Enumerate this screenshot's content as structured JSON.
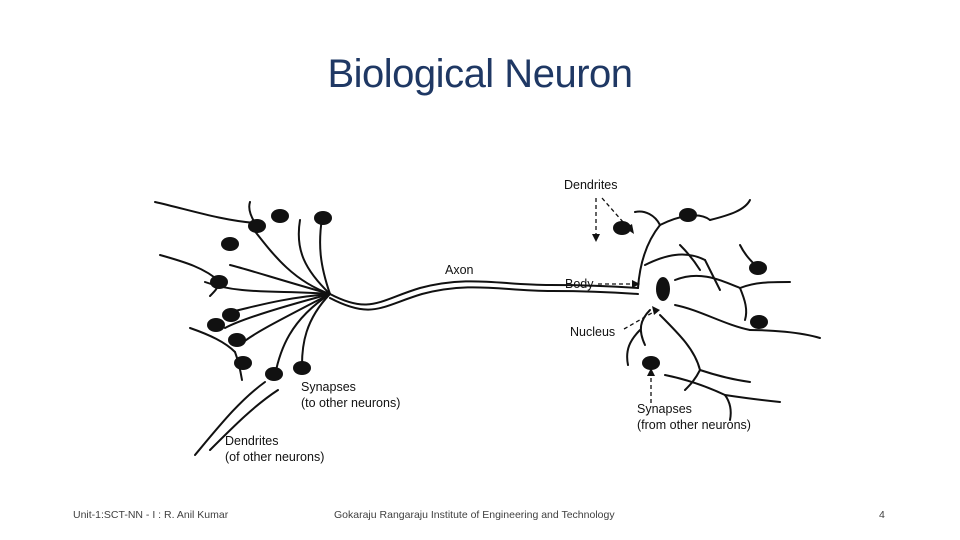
{
  "slide": {
    "title": "Biological Neuron",
    "page_number": "4"
  },
  "diagram": {
    "labels": {
      "axon": "Axon",
      "body": "Body",
      "nucleus": "Nucleus",
      "dendrites_top": "Dendrites",
      "synapses_to_1": "Synapses",
      "synapses_to_2": "(to other neurons)",
      "synapses_from_1": "Synapses",
      "synapses_from_2": "(from other neurons)",
      "dendrites_other_1": "Dendrites",
      "dendrites_other_2": "(of other neurons)"
    }
  },
  "footer": {
    "left": "Unit-1:SCT-NN - I : R. Anil Kumar",
    "center": "Gokaraju Rangaraju Institute of Engineering and Technology"
  }
}
